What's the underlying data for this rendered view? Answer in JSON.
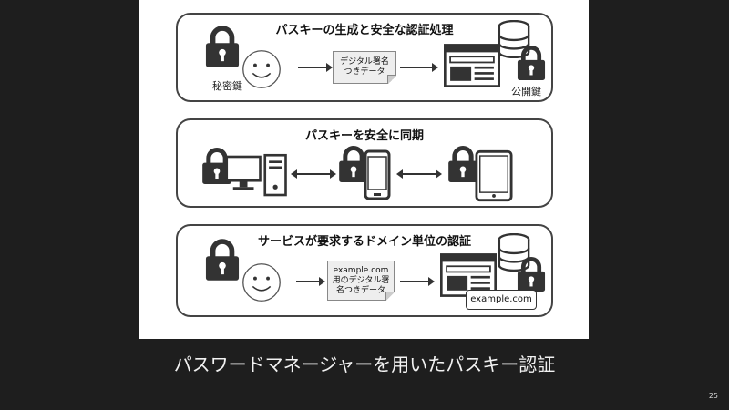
{
  "slide": {
    "title": "パスワードマネージャーを用いたパスキー認証",
    "page_number": "25"
  },
  "panels": [
    {
      "title": "パスキーの生成と安全な認証処理",
      "private_key_label": "秘密鍵",
      "note": [
        "デジタル署名",
        "つきデータ"
      ],
      "public_key_label": "公開鍵"
    },
    {
      "title": "パスキーを安全に同期"
    },
    {
      "title": "サービスが要求するドメイン単位の認証",
      "note": [
        "example.com",
        "用のデジタル署",
        "名つきデータ"
      ],
      "domain": "example.com"
    }
  ],
  "colors": {
    "background": "#1e1e1e",
    "card": "#ffffff",
    "ink": "#333333"
  },
  "icons": [
    "lock-icon",
    "smiley-face-icon",
    "browser-window-icon",
    "database-icon",
    "desktop-computer-icon",
    "smartphone-icon",
    "tablet-icon"
  ]
}
